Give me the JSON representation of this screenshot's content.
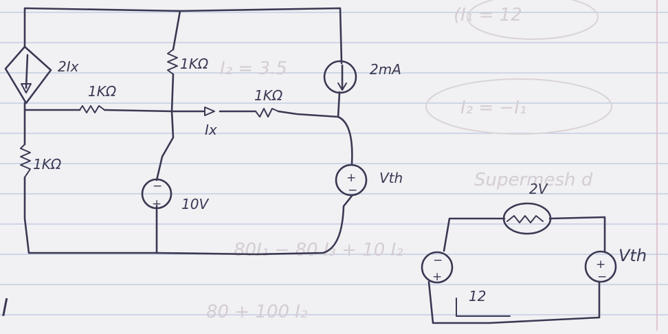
{
  "main_circuit": {
    "dependent_source_label": "2Ix",
    "r_top_middle": "1KΩ",
    "r_middle_branch": "1KΩ",
    "r_right_branch": "1KΩ",
    "r_left_vertical": "1KΩ",
    "current_source_label": "2mA",
    "current_label": "Ix",
    "voltage_source_label": "10V",
    "voltage_source_minus": "−",
    "voltage_source_plus": "+",
    "vth_label": "Vth",
    "vth_plus": "+",
    "vth_minus": "−"
  },
  "side_circuit": {
    "top_label": "2V",
    "left_source_minus": "−",
    "left_source_plus": "+",
    "right_source_plus": "+",
    "right_source_minus": "−",
    "vth_label": "Vth",
    "loop_label": "12"
  },
  "bleed_through": {
    "top_right": "(I₁ = 12",
    "middle_1": "I₂ = 3.5",
    "middle_2": "I₂ = −I₁",
    "supermesh": "Supermesh d",
    "eq_1": "80I₁ − 80 I₃ + 10 I₂",
    "eq_2": "80 + 100 I₂",
    "left_margin": "l"
  }
}
